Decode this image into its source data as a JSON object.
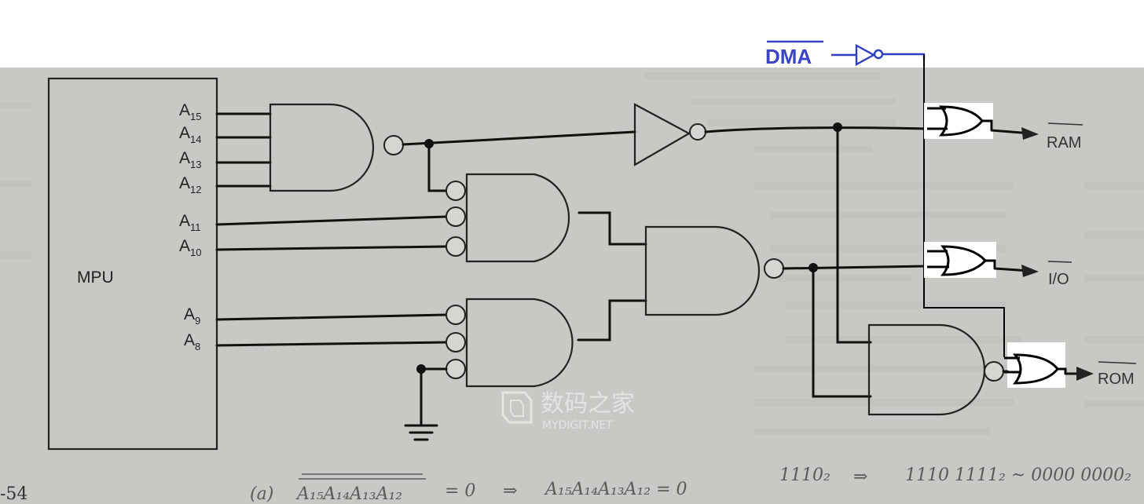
{
  "mpu": {
    "label": "MPU"
  },
  "inputs": [
    {
      "base": "A",
      "sub": "15"
    },
    {
      "base": "A",
      "sub": "14"
    },
    {
      "base": "A",
      "sub": "13"
    },
    {
      "base": "A",
      "sub": "12"
    },
    {
      "base": "A",
      "sub": "11"
    },
    {
      "base": "A",
      "sub": "10"
    },
    {
      "base": "A",
      "sub": "9"
    },
    {
      "base": "A",
      "sub": "8"
    }
  ],
  "outputs": {
    "ram": "RAM",
    "io": "I/O",
    "rom": "ROM"
  },
  "dma": {
    "label": "DMA"
  },
  "page_number": "-54",
  "handwritten": {
    "eq1_paren": "(a)",
    "eq1_lhs": "A₁₅A₁₄A₁₃A₁₂",
    "eq1_eq": "= 0",
    "arrow": "⇒",
    "eq2": "A₁₅A₁₄A₁₃A₁₂ = 0",
    "bin1": "1110₂",
    "arrow2": "⇒",
    "bin2": "1110 1111₂ ~ 0000 0000₂"
  },
  "watermark": {
    "cn": "数码之家",
    "en": "MYDIGIT.NET"
  },
  "colors": {
    "paper": "#c9c8c5",
    "dma_blue": "#3a44c4",
    "wire": "#111111"
  }
}
